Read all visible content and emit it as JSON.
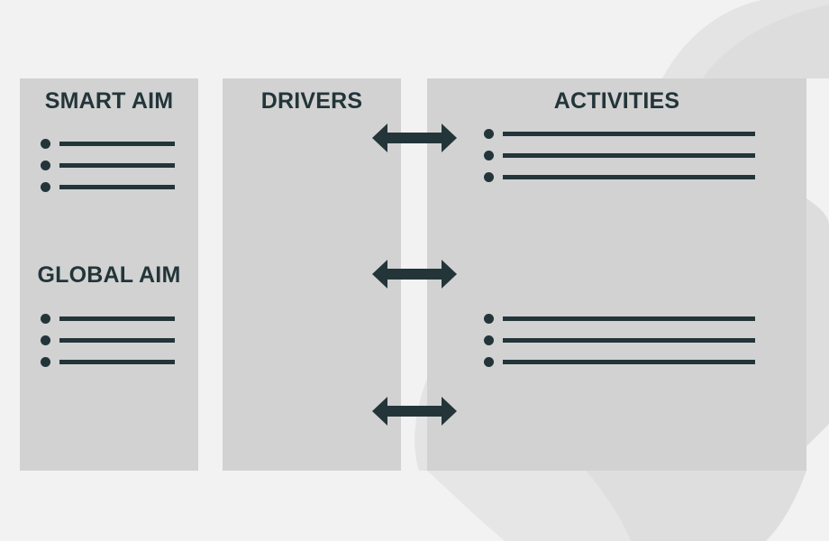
{
  "columns": {
    "aims": {
      "smart_aim": {
        "title": "SMART AIM",
        "bullets": 3
      },
      "global_aim": {
        "title": "GLOBAL AIM",
        "bullets": 3
      }
    },
    "drivers": {
      "title": "DRIVERS"
    },
    "activities": {
      "title": "ACTIVITIES",
      "groups": [
        {
          "bullets": 3
        },
        {
          "bullets": 3
        }
      ]
    }
  },
  "connectors": {
    "count": 3,
    "style": "double-headed-arrow"
  },
  "colors": {
    "background": "#f2f2f2",
    "panel": "#d2d2d2",
    "ink": "#233539",
    "watermark": "#e3e3e3"
  }
}
